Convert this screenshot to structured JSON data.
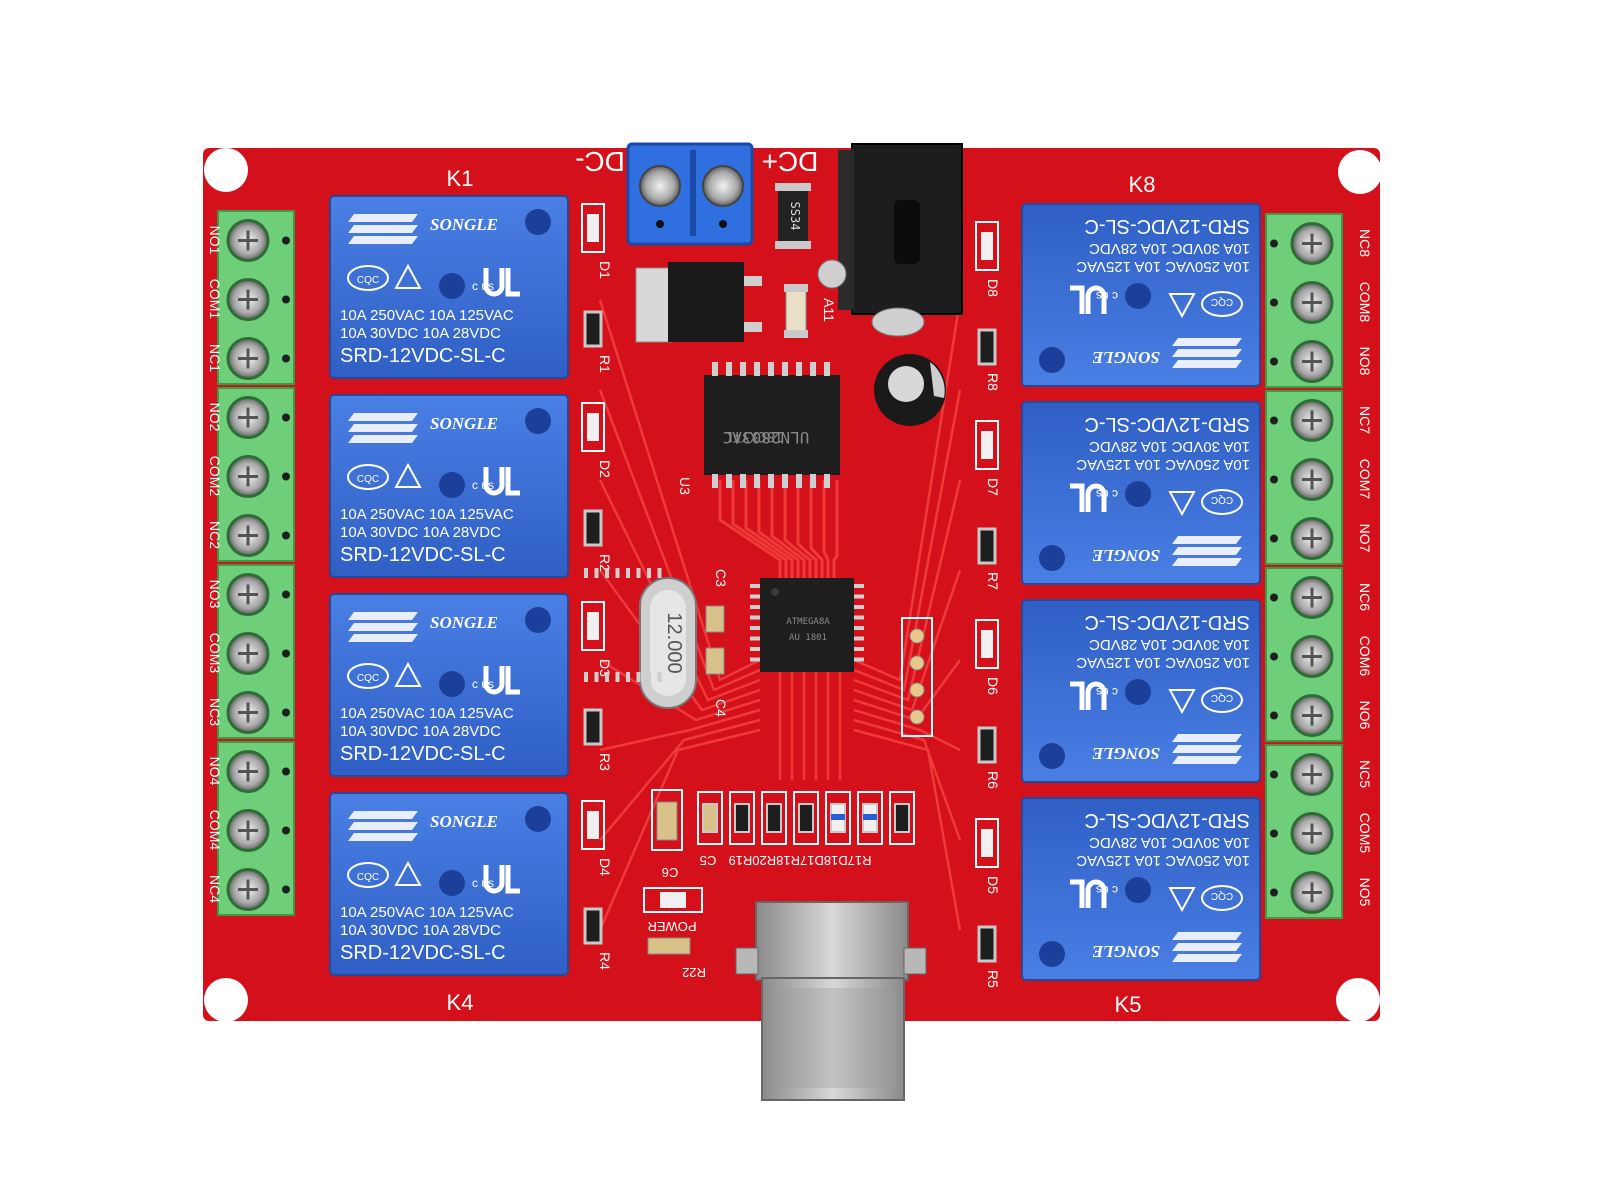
{
  "colors": {
    "background": "#ffffff",
    "pcb": "#d4101a",
    "trace": "#ef3a3a",
    "silk": "#ffffff",
    "relay": "#3d6fd6",
    "terminal": "#6fce7a",
    "dc_terminal": "#2f6fe0",
    "chip": "#1f1f1f",
    "metal": "#bfbfbf"
  },
  "relay_common": {
    "brand": "SONGLE",
    "line1": "10A 250VAC  10A 125VAC",
    "line2": "10A   30VDC  10A   28VDC",
    "model": "SRD-12VDC-SL-C",
    "cert": "c  us",
    "cqc": "CQC"
  },
  "relays_left": [
    {
      "label": "K1",
      "ref": "R1",
      "diode": "D1"
    },
    {
      "label": "",
      "ref": "R2",
      "diode": "D2"
    },
    {
      "label": "",
      "ref": "R3",
      "diode": "D3"
    },
    {
      "label": "K4",
      "ref": "R4",
      "diode": "D4"
    }
  ],
  "relays_right": [
    {
      "label": "K8",
      "ref": "R8",
      "diode": "D8"
    },
    {
      "label": "",
      "ref": "R7",
      "diode": "D7"
    },
    {
      "label": "",
      "ref": "R6",
      "diode": "D6"
    },
    {
      "label": "K5",
      "ref": "R5",
      "diode": "D5"
    }
  ],
  "terminals_left": [
    "NO1",
    "COM1",
    "NC1",
    "NO2",
    "COM2",
    "NC2",
    "NO3",
    "COM3",
    "NC3",
    "NO4",
    "COM4",
    "NC4"
  ],
  "terminals_right": [
    "NC8",
    "COM8",
    "NO8",
    "NC7",
    "COM7",
    "NO7",
    "NC6",
    "COM6",
    "NO6",
    "NC5",
    "COM5",
    "NO5"
  ],
  "power": {
    "dc_minus": "DC-",
    "dc_plus": "DC+",
    "diode": "SS34",
    "fuse": "A11"
  },
  "driver_chip": {
    "line1": "18CXYTL",
    "line2": "ULN2803AC",
    "ref": "U3"
  },
  "mcu": {
    "line1": "ATMEGA8A",
    "line2": "AU 1801"
  },
  "crystal": {
    "value": "12.000"
  },
  "caps": {
    "c3": "C3",
    "c4": "C4",
    "c5": "C5",
    "c6": "C6"
  },
  "bottom_labels": "R17D18D17R18R20R19",
  "power_led": {
    "label": "POWER",
    "ref": "R22"
  }
}
